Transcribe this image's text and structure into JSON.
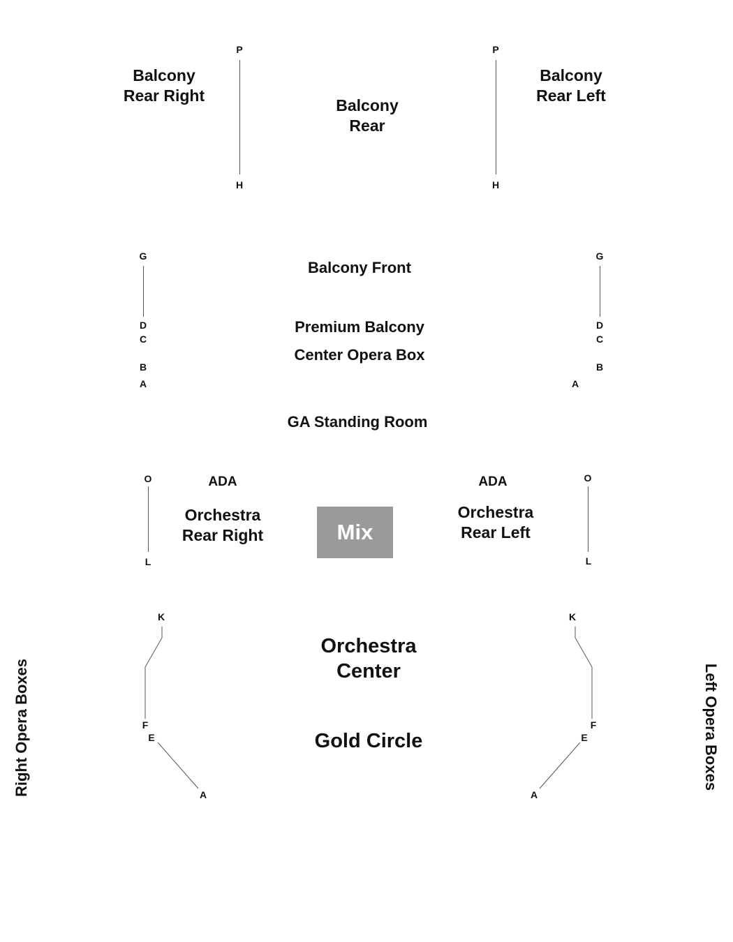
{
  "colors": {
    "background": "#ffffff",
    "text": "#111111",
    "line": "#555555",
    "mix_box": "#9a9a9a"
  },
  "sections": {
    "balcony_rear_right": [
      "Balcony",
      "Rear Right"
    ],
    "balcony_rear": [
      "Balcony",
      "Rear"
    ],
    "balcony_rear_left": [
      "Balcony",
      "Rear Left"
    ],
    "balcony_front": "Balcony Front",
    "premium_balcony": "Premium Balcony",
    "center_opera_box": "Center Opera Box",
    "ga_standing_room": "GA Standing Room",
    "ada_right": "ADA",
    "ada_left": "ADA",
    "orchestra_rear_right": [
      "Orchestra",
      "Rear Right"
    ],
    "orchestra_rear_left": [
      "Orchestra",
      "Rear Left"
    ],
    "mix": "Mix",
    "orchestra_center": [
      "Orchestra",
      "Center"
    ],
    "gold_circle": "Gold Circle",
    "right_opera_boxes": "Right Opera Boxes",
    "left_opera_boxes": "Left Opera Boxes"
  },
  "rows": {
    "balcony_rear_right": {
      "top": "P",
      "bottom": "H"
    },
    "balcony_rear_left": {
      "top": "P",
      "bottom": "H"
    },
    "balcony_front_right": [
      "G",
      "D",
      "C",
      "B",
      "A"
    ],
    "balcony_front_left": [
      "G",
      "D",
      "C",
      "B",
      "A"
    ],
    "orchestra_rear_right": {
      "top": "O",
      "bottom": "L"
    },
    "orchestra_rear_left": {
      "top": "O",
      "bottom": "L"
    },
    "orchestra_center_right": [
      "K",
      "F"
    ],
    "orchestra_center_left": [
      "K",
      "F"
    ],
    "gold_circle_right": [
      "E",
      "A"
    ],
    "gold_circle_left": [
      "E",
      "A"
    ]
  }
}
